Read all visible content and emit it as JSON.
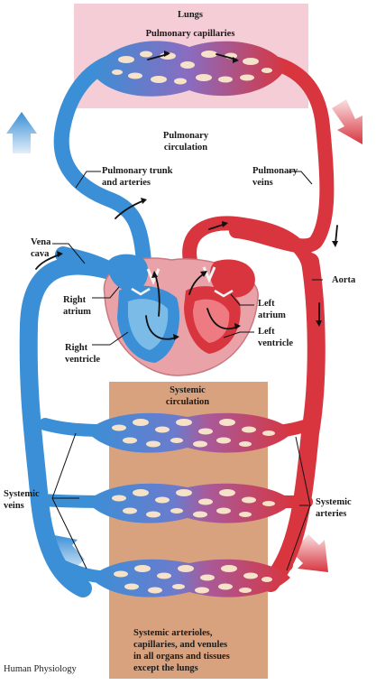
{
  "labels": {
    "lungs": "Lungs",
    "pulmonary_capillaries": "Pulmonary capillaries",
    "pulmonary_circulation": "Pulmonary\ncirculation",
    "pulmonary_trunk": "Pulmonary trunk\nand arteries",
    "pulmonary_veins": "Pulmonary\nveins",
    "vena_cava": "Vena\ncava",
    "aorta": "Aorta",
    "right_atrium": "Right\natrium",
    "right_ventricle": "Right\nventricle",
    "left_atrium": "Left\natrium",
    "left_ventricle": "Left\nventricle",
    "systemic_circulation": "Systemic\ncirculation",
    "systemic_veins": "Systemic\nveins",
    "systemic_arteries": "Systemic\narteries",
    "systemic_capillaries": "Systemic arterioles,\ncapillaries, and venules\nin all organs and tissues\nexcept the lungs"
  },
  "credit": "Human Physiology",
  "colors": {
    "lungs_region": "#f4cdd6",
    "tissue_region": "#d9a27e",
    "oxygen_poor_blood": "#3a8fd6",
    "oxygen_rich_blood": "#d8353f",
    "heart_muscle": "#e9a3a8"
  }
}
